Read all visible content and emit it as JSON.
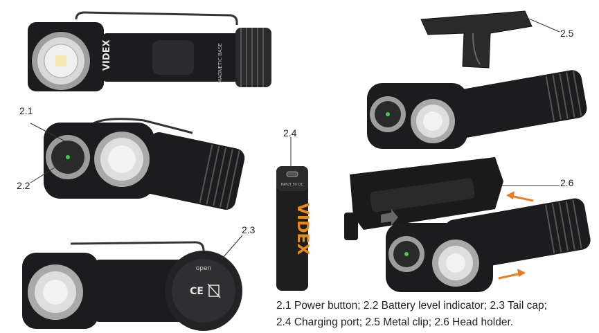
{
  "brand": "VIDEX",
  "product_markings": {
    "magnetic_base": "MAGNETIC BASE",
    "battery_port": "INPUT 5V DC",
    "tail_open": "open",
    "ce_mark": "CE"
  },
  "callouts": [
    {
      "id": "2.1",
      "label": "2.1"
    },
    {
      "id": "2.2",
      "label": "2.2"
    },
    {
      "id": "2.3",
      "label": "2.3"
    },
    {
      "id": "2.4",
      "label": "2.4"
    },
    {
      "id": "2.5",
      "label": "2.5"
    },
    {
      "id": "2.6",
      "label": "2.6"
    }
  ],
  "caption": {
    "line1": "2.1 Power button; 2.2 Battery level indicator; 2.3 Tail cap;",
    "line2": "2.4 Charging port; 2.5 Metal clip; 2.6 Head holder."
  },
  "colors": {
    "body": "#1c1c1e",
    "metal": "#b9b9b9",
    "battery_orange": "#e8891e",
    "indicator_green": "#3fcf4a",
    "arrow_orange": "#e67e22"
  }
}
